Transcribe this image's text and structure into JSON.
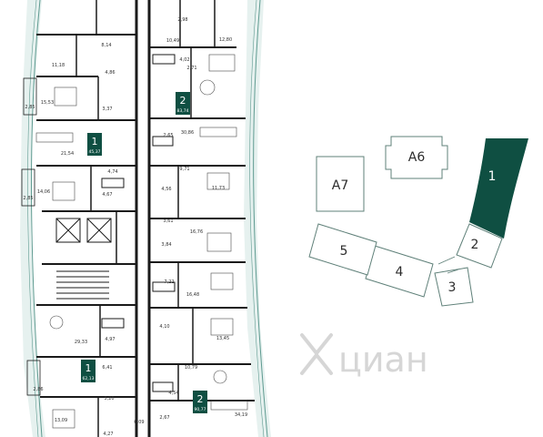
{
  "colors": {
    "accent": "#0f4f42",
    "wall": "#1a1a1a",
    "facade": "#5e9a90",
    "sea_tint": "#e6f1ef",
    "building_outline": "#5f8079",
    "watermark": "#d2d2d2"
  },
  "watermark": {
    "text": "циан"
  },
  "apartments": [
    {
      "rooms": "2",
      "area": "83,74"
    },
    {
      "rooms": "1",
      "area": "45,37"
    },
    {
      "rooms": "1",
      "area": "62,13"
    },
    {
      "rooms": "2",
      "area": "90,77"
    }
  ],
  "room_areas": [
    "2,98",
    "10,49",
    "12,80",
    "8,14",
    "11,18",
    "4,86",
    "4,02",
    "2,71",
    "15,53",
    "2,85",
    "3,37",
    "2,65",
    "30,86",
    "21,54",
    "9,71",
    "4,74",
    "14,06",
    "2,85",
    "4,67",
    "4,56",
    "11,73",
    "3,61",
    "3,84",
    "16,76",
    "7,22",
    "16,48",
    "4,10",
    "29,33",
    "4,97",
    "13,45",
    "6,41",
    "10,79",
    "2,86",
    "3,20",
    "4,54",
    "2,67",
    "34,19",
    "13,09",
    "6,09",
    "4,27"
  ],
  "key_plan": {
    "buildings": [
      {
        "label": "A6"
      },
      {
        "label": "A7"
      },
      {
        "label": "1",
        "highlighted": true
      },
      {
        "label": "2"
      },
      {
        "label": "3"
      },
      {
        "label": "4"
      },
      {
        "label": "5"
      }
    ]
  }
}
